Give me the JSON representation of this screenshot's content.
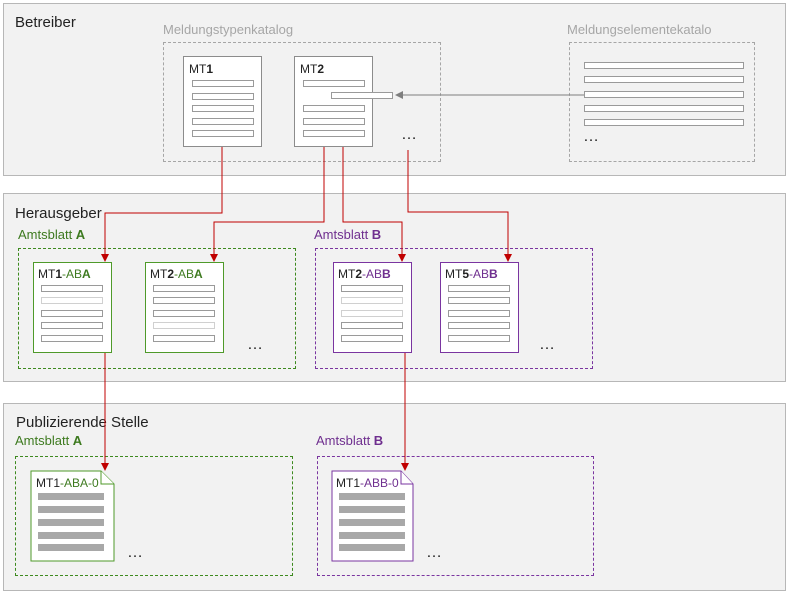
{
  "bands": {
    "betreiber": "Betreiber",
    "herausgeber": "Herausgeber",
    "publizierende": "Publizierende Stelle"
  },
  "catalogs": {
    "meldungstypen": "Meldungstypenkatalog",
    "meldungselemente": "Meldungselementekatalo"
  },
  "templates": {
    "mt1_prefix": "MT",
    "mt1_num": "1",
    "mt2_prefix": "MT",
    "mt2_num": "2",
    "ellipsis": "…"
  },
  "groups": {
    "amtsblatt_a_prefix": "Amtsblatt ",
    "amtsblatt_a_letter": "A",
    "amtsblatt_b_prefix": "Amtsblatt ",
    "amtsblatt_b_letter": "B"
  },
  "issuer_cards": {
    "c1": {
      "mt": "MT",
      "num": "1",
      "sep": "-AB",
      "letter": "A"
    },
    "c2": {
      "mt": "MT",
      "num": "2",
      "sep": "-AB",
      "letter": "A"
    },
    "c3": {
      "mt": "MT",
      "num": "2",
      "sep": "-AB",
      "letter": "B"
    },
    "c4": {
      "mt": "MT",
      "num": "5",
      "sep": "-AB",
      "letter": "B"
    }
  },
  "published_cards": {
    "pa": {
      "mt": "MT1",
      "rest": "-ABA-0"
    },
    "pb": {
      "mt": "MT1",
      "rest": "-ABB-0"
    }
  },
  "colors": {
    "arrow_red": "#c00000",
    "arrow_gray": "#7f7f7f",
    "green": "#3d7a1f",
    "purple": "#6f2f8f"
  }
}
